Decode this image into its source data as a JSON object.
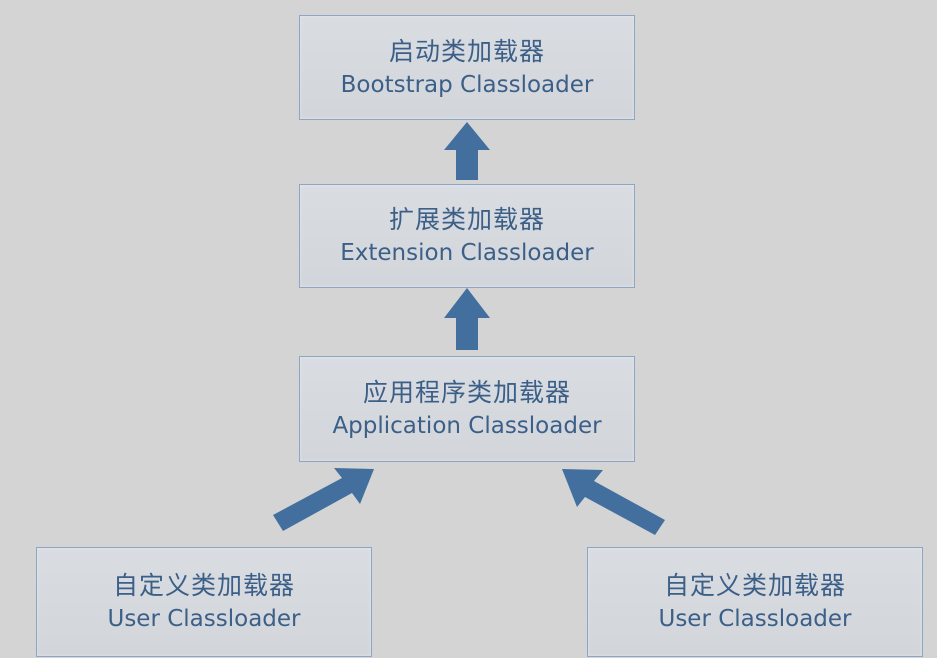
{
  "nodes": {
    "bootstrap": {
      "zh": "启动类加载器",
      "en": "Bootstrap Classloader"
    },
    "extension": {
      "zh": "扩展类加载器",
      "en": "Extension Classloader"
    },
    "application": {
      "zh": "应用程序类加载器",
      "en": "Application Classloader"
    },
    "user_left": {
      "zh": "自定义类加载器",
      "en": "User Classloader"
    },
    "user_right": {
      "zh": "自定义类加载器",
      "en": "User Classloader"
    }
  },
  "colors": {
    "background": "#d4d4d4",
    "box_border": "#8ea6c3",
    "text": "#3c5f88",
    "arrow": "#426f9e"
  },
  "icons": [
    "up-arrow-icon",
    "diagonal-arrow-icon"
  ]
}
